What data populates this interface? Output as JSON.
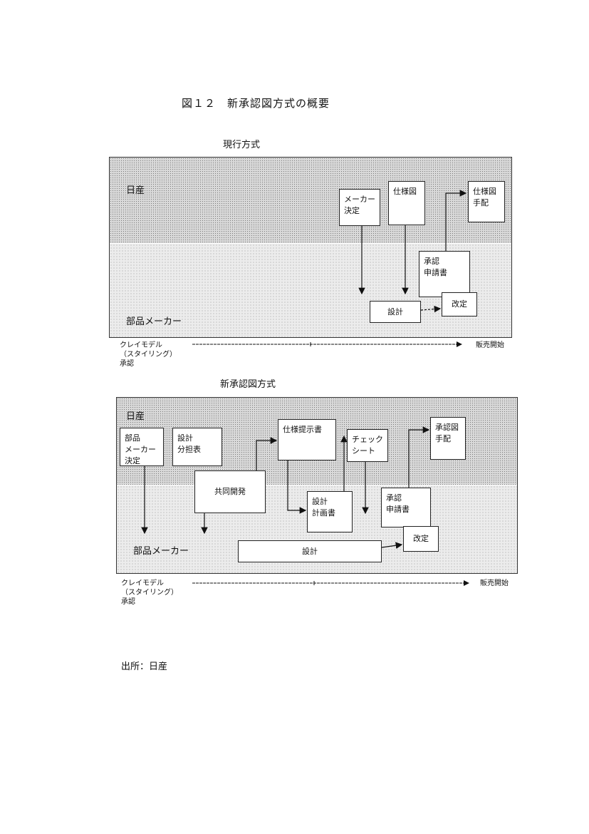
{
  "figure_title": "図１２　新承認図方式の概要",
  "current": {
    "title": "現行方式",
    "zone_top": "日産",
    "zone_bottom": "部品メーカー",
    "boxes": {
      "maker_decision": "メーカー\n決定",
      "spec_drawing": "仕様図",
      "spec_arrange": "仕様図\n手配",
      "approval_request": "承認\n申請書",
      "design": "設計",
      "revision": "改定"
    },
    "timeline": {
      "start": "クレイモデル\n（スタイリング）\n承認",
      "end": "販売開始"
    }
  },
  "new": {
    "title": "新承認図方式",
    "zone_top": "日産",
    "zone_bottom": "部品メーカー",
    "boxes": {
      "parts_maker_decision": "部品\nメーカー\n決定",
      "design_division": "設計\n分担表",
      "spec_proposal": "仕様提示書",
      "check_sheet": "チェック\nシート",
      "approval_arrange": "承認図\n手配",
      "joint_dev": "共同開発",
      "design_plan": "設計\n計画書",
      "approval_request": "承認\n申請書",
      "design": "設計",
      "revision": "改定"
    },
    "timeline": {
      "start": "クレイモデル\n（スタイリング）\n承認",
      "end": "販売開始"
    }
  },
  "source": "出所：日産"
}
